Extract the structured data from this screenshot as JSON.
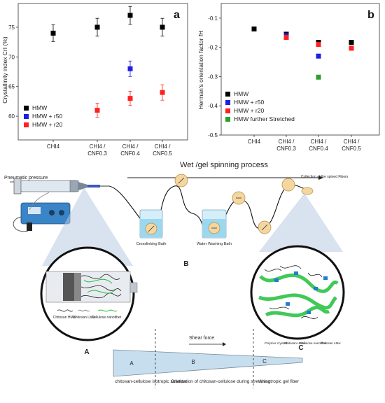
{
  "panel_labels": {
    "a": "a",
    "b": "b",
    "A": "A",
    "B": "B",
    "C": "C"
  },
  "chart_data": [
    {
      "type": "scatter",
      "panel": "a",
      "ylabel": "Crystallinity index CrI (%)",
      "xlabel": "",
      "categories": [
        "CHI4",
        "CHI4 / CNF0.3",
        "CHI4 / CNF0.4",
        "CHI4 / CNF0.5"
      ],
      "ylim": [
        56,
        79
      ],
      "yticks": [
        60,
        65,
        70,
        75
      ],
      "legend_position": "bottom-left",
      "series": [
        {
          "name": "HMW",
          "color": "#000000",
          "values": [
            74,
            75,
            77,
            75
          ],
          "errors": [
            1.4,
            1.5,
            1.5,
            1.5
          ]
        },
        {
          "name": "HMW + r50",
          "color": "#1f1fe0",
          "values": [
            null,
            null,
            68,
            null
          ],
          "errors": [
            null,
            null,
            1.3,
            null
          ]
        },
        {
          "name": "HMW + r20",
          "color": "#ff2020",
          "values": [
            null,
            61,
            63,
            64
          ],
          "errors": [
            null,
            1.2,
            1.2,
            1.3
          ]
        }
      ]
    },
    {
      "type": "scatter",
      "panel": "b",
      "ylabel": "Herman's orientation factor fH",
      "xlabel": "",
      "categories": [
        "CHI4",
        "CHI4 / CNF0.3",
        "CHI4 / CNF0.4",
        "CHI4 / CNF0.5"
      ],
      "ylim": [
        -0.5,
        -0.05
      ],
      "yticks": [
        -0.1,
        -0.2,
        -0.3,
        -0.4,
        -0.5
      ],
      "legend_position": "bottom-left",
      "series": [
        {
          "name": "HMW",
          "color": "#000000",
          "values": [
            -0.137,
            -0.155,
            -0.183,
            -0.183
          ]
        },
        {
          "name": "HMW + r50",
          "color": "#1f1fe0",
          "values": [
            null,
            -0.16,
            -0.23,
            null
          ]
        },
        {
          "name": "HMW + r20",
          "color": "#ff2020",
          "values": [
            null,
            -0.166,
            -0.19,
            -0.203
          ]
        },
        {
          "name": "HMW further Stretched",
          "color": "#2ca02c",
          "values": [
            null,
            null,
            -0.302,
            null
          ]
        }
      ]
    }
  ],
  "diagram": {
    "process_title": "Wet /gel spinning process",
    "pneumatic_label": "Pneumatic pressure",
    "collection_label": "Collection of the spined Fibers",
    "crosslinking_label": "Crosslinking Bath",
    "washing_label": "Water Washing Bath",
    "inset_a_legend": [
      "Chitosan HMw",
      "Chitosan LMw",
      "Cellulose nanofiber"
    ],
    "inset_c_legend": [
      "Polymer crystals",
      "Chitosan HMw",
      "Cellulose nanofiber",
      "Chitosan LMw"
    ],
    "shear_label": "Shear force",
    "bottom_notes": [
      "chitosan-cellulose isotropic solution",
      "Orientation of chitosan-cellulose during stretching",
      "Anisotropic gel fiber"
    ]
  },
  "colors": {
    "hmw": "#000000",
    "r50": "#1f1fe0",
    "r20": "#ff2020",
    "stretched": "#2ca02c",
    "bath": "#8fd3f0",
    "green_fiber": "#1fbf3a"
  }
}
